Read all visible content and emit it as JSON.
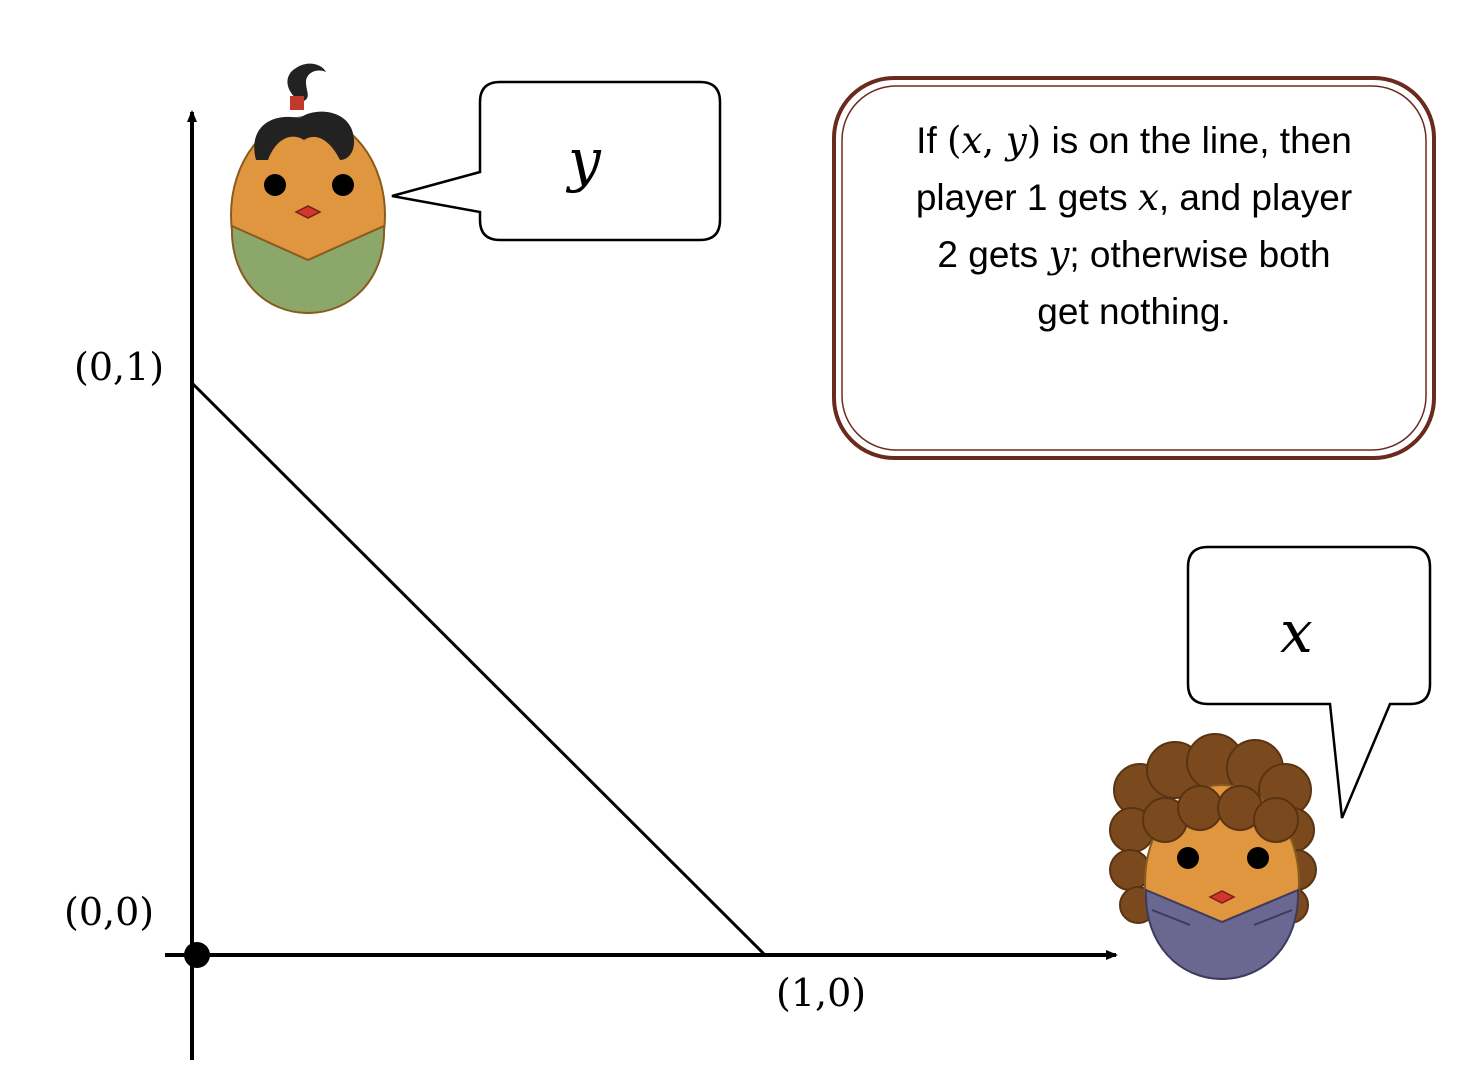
{
  "points": {
    "origin": "(0,0)",
    "y_intercept": "(0,1)",
    "x_intercept": "(1,0)"
  },
  "speech": {
    "player_top": "y",
    "player_bottom": "x"
  },
  "rule": {
    "line1_pre": "If ",
    "line1_tuple_open": "(",
    "line1_x": "x",
    "line1_comma": ", ",
    "line1_y": "y",
    "line1_tuple_close": ")",
    "line1_post": " is on the line, then",
    "line2_pre": "player 1 gets ",
    "line2_x": "x",
    "line2_post": ", and player",
    "line3_pre": "2 gets ",
    "line3_y": "y",
    "line3_post": "; otherwise both",
    "line4": "get nothing."
  },
  "colors": {
    "skin": "#E0953F",
    "top_shirt": "#8BA86A",
    "bottom_shirt": "#6A6790",
    "hair_dark": "#222222",
    "hair_brown": "#7A4A1E",
    "rule_border": "#6B2A1E",
    "beak": "#D2352C"
  },
  "icons": {
    "top_character": "player-2-avatar",
    "bottom_character": "player-1-avatar"
  }
}
